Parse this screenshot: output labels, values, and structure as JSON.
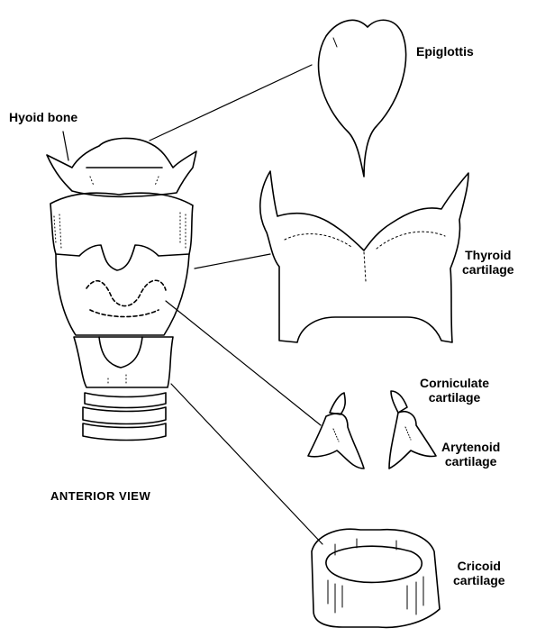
{
  "labels": {
    "hyoid_bone": "Hyoid bone",
    "epiglottis": "Epiglottis",
    "thyroid": {
      "line1": "Thyroid",
      "line2": "cartilage"
    },
    "corniculate": {
      "line1": "Corniculate",
      "line2": "cartilage"
    },
    "arytenoid": {
      "line1": "Arytenoid",
      "line2": "cartilage"
    },
    "cricoid": {
      "line1": "Cricoid",
      "line2": "cartilage"
    },
    "view": "ANTERIOR VIEW"
  },
  "colors": {
    "ink": "#000000",
    "background": "#ffffff"
  }
}
